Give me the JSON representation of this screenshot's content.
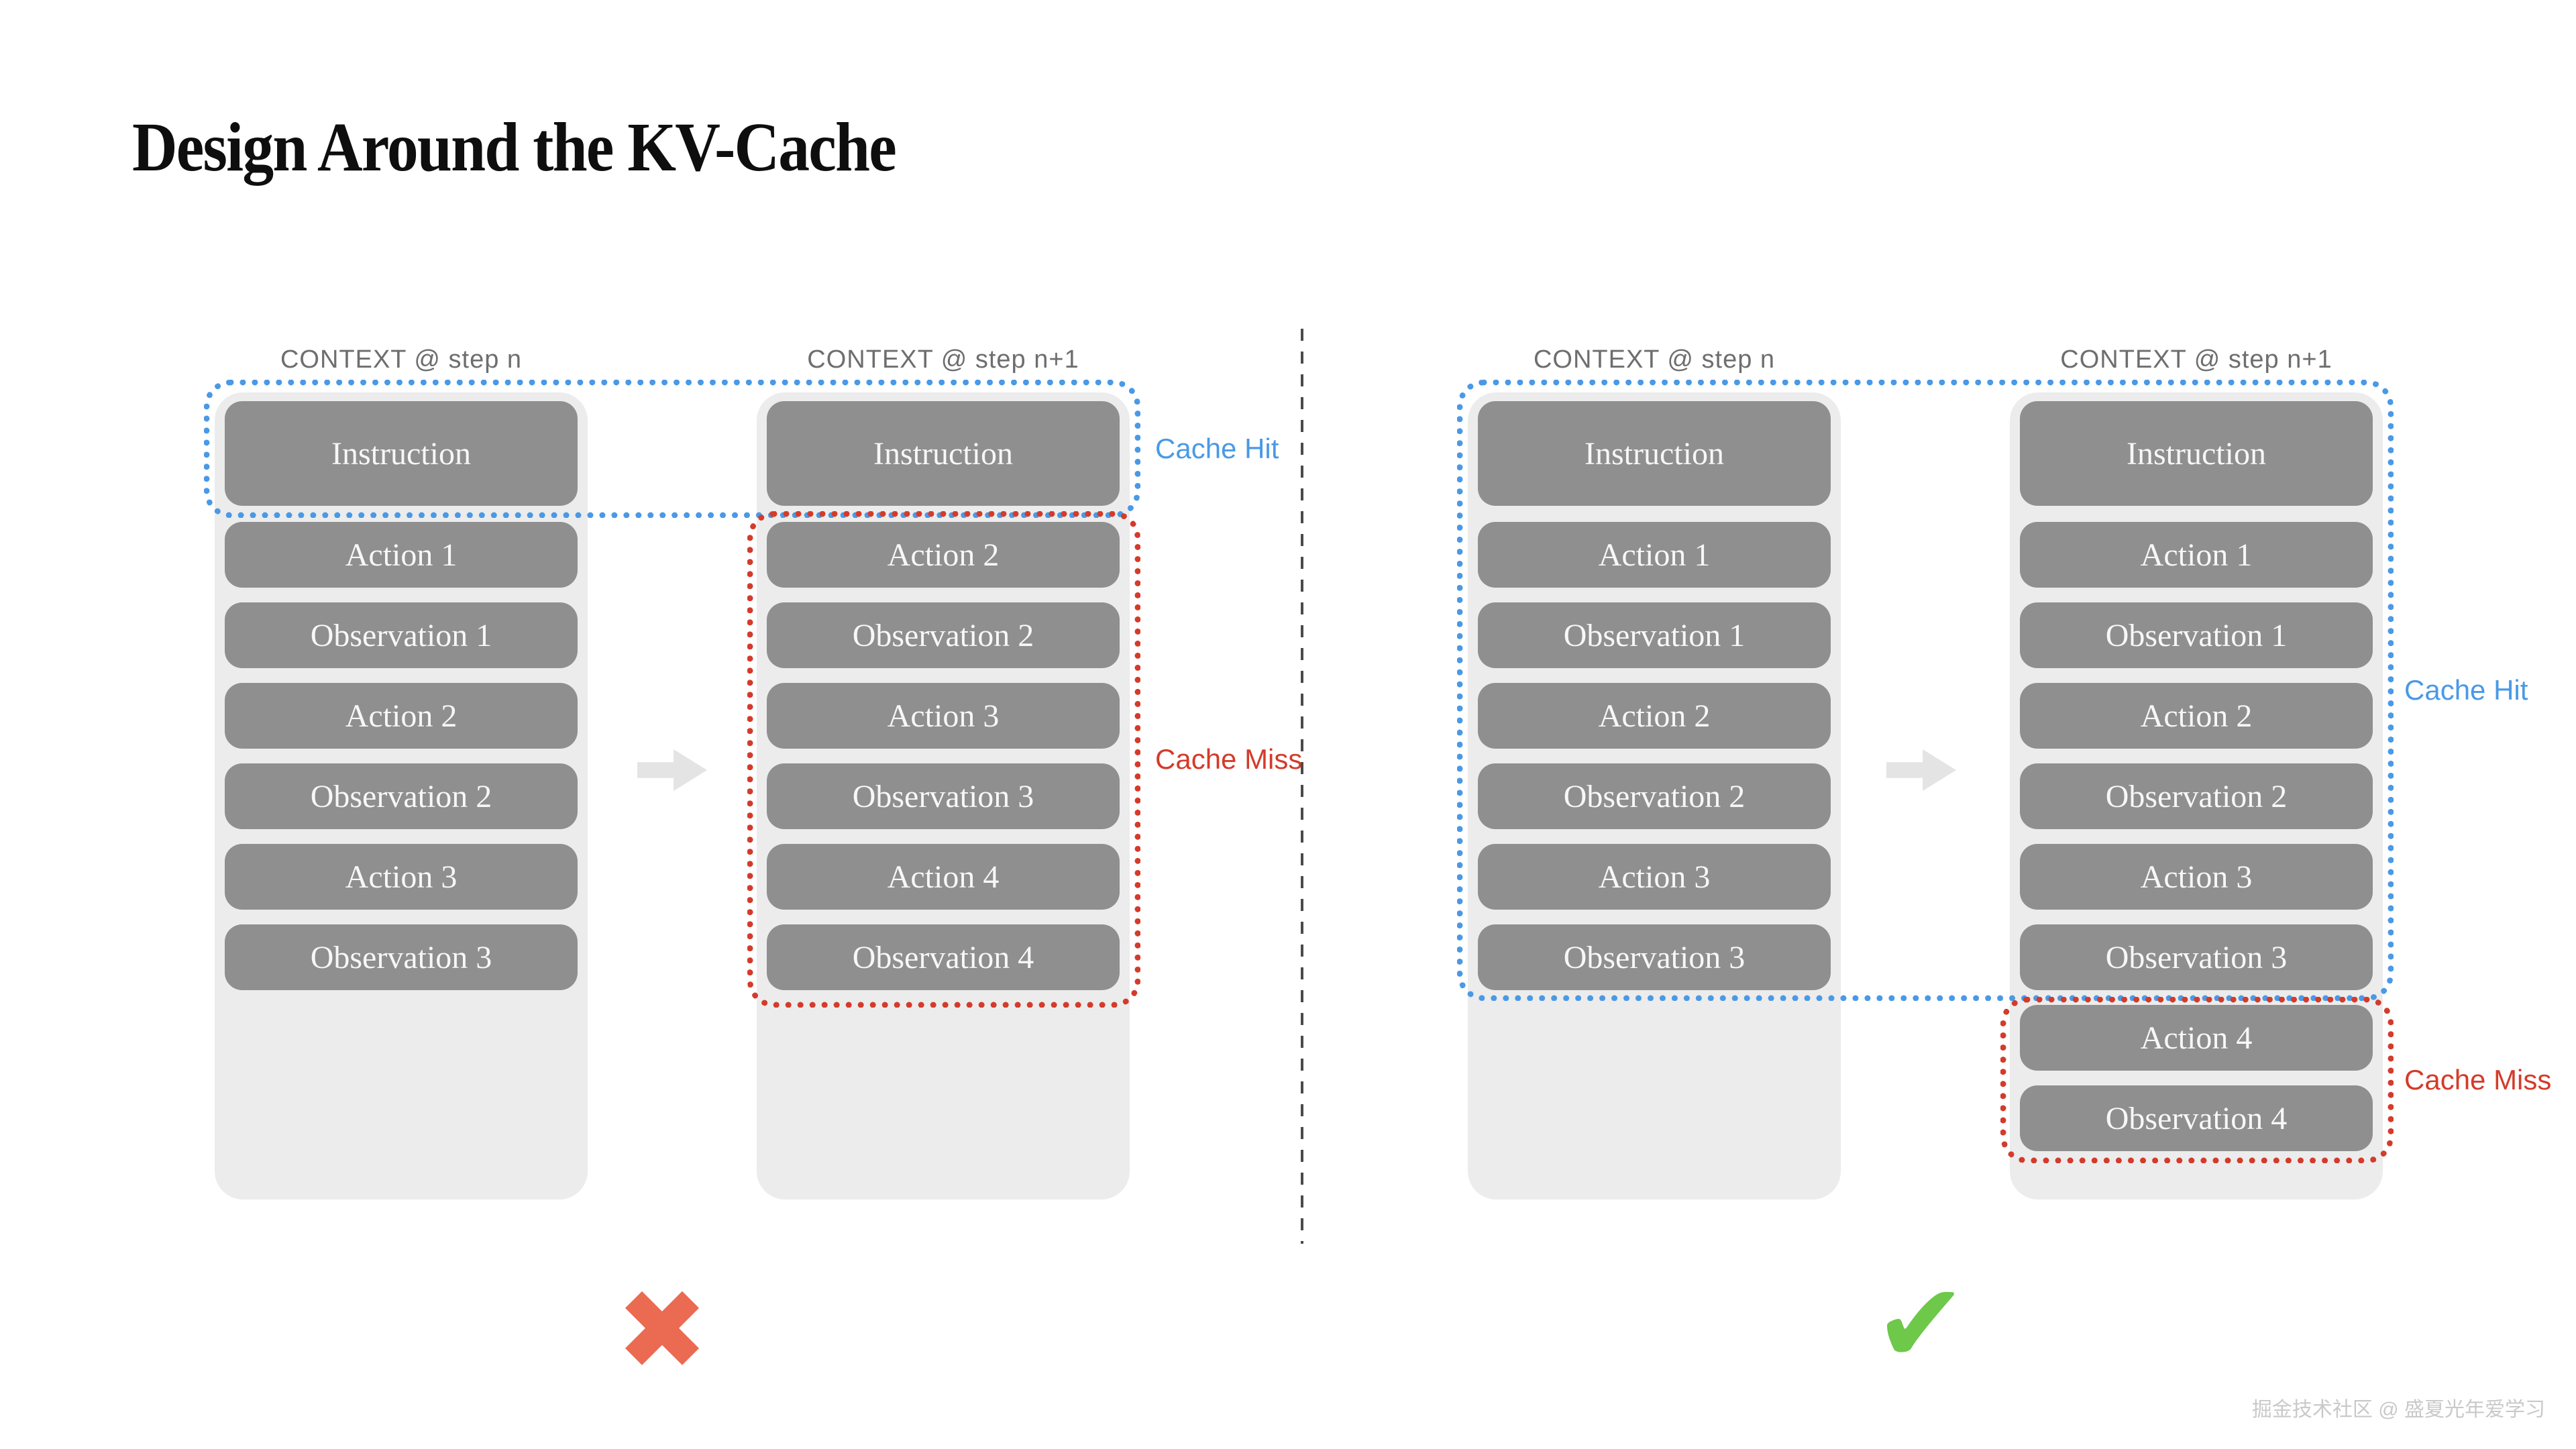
{
  "title": "Design Around the KV-Cache",
  "watermark": "掘金技术社区 @ 盛夏光年爱学习",
  "colors": {
    "cache_hit_blue": "#4a99e6",
    "cache_miss_red": "#d43b2a",
    "box_gray": "#8f8f8f",
    "column_bg": "#ececec",
    "header_gray": "#6e6e6e",
    "arrow_gray": "#e4e4e4",
    "divider_gray": "#4a4a4a",
    "cross_red": "#eb6a52",
    "check_green": "#6ec84a",
    "watermark_gray": "#c9c9c9"
  },
  "left_diagram": {
    "verdict": "wrong",
    "verdict_glyph": "✖",
    "cache_hit_label": "Cache Hit",
    "cache_miss_label": "Cache Miss",
    "columns": [
      {
        "header": "CONTEXT @ step n",
        "instruction": "Instruction",
        "boxes": [
          "Action 1",
          "Observation 1",
          "Action 2",
          "Observation 2",
          "Action 3",
          "Observation 3"
        ]
      },
      {
        "header": "CONTEXT @ step n+1",
        "instruction": "Instruction",
        "boxes": [
          "Action 2",
          "Observation 2",
          "Action 3",
          "Observation 3",
          "Action 4",
          "Observation 4"
        ]
      }
    ]
  },
  "right_diagram": {
    "verdict": "right",
    "verdict_glyph": "✔",
    "cache_hit_label": "Cache Hit",
    "cache_miss_label": "Cache Miss",
    "columns": [
      {
        "header": "CONTEXT @ step n",
        "instruction": "Instruction",
        "boxes": [
          "Action 1",
          "Observation 1",
          "Action 2",
          "Observation 2",
          "Action 3",
          "Observation 3"
        ]
      },
      {
        "header": "CONTEXT @ step n+1",
        "instruction": "Instruction",
        "boxes": [
          "Action 1",
          "Observation 1",
          "Action 2",
          "Observation 2",
          "Action 3",
          "Observation 3",
          "Action 4",
          "Observation 4"
        ]
      }
    ]
  }
}
